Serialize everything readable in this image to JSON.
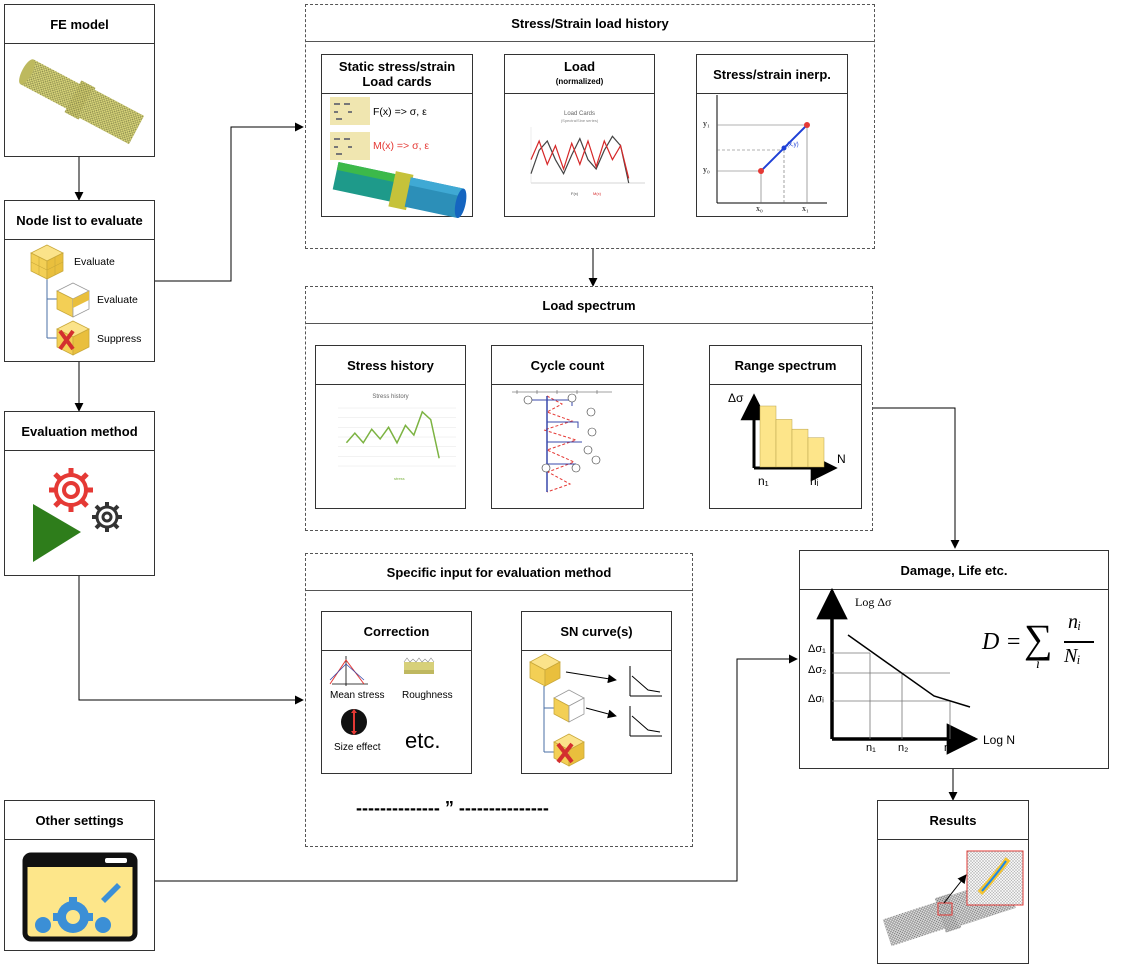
{
  "fe_model": {
    "title": "FE model"
  },
  "node_list": {
    "title": "Node list to evaluate",
    "items": [
      {
        "label": "Evaluate"
      },
      {
        "label": "Evaluate"
      },
      {
        "label": "Suppress"
      }
    ]
  },
  "evaluation_method": {
    "title": "Evaluation method"
  },
  "other_settings": {
    "title": "Other settings"
  },
  "load_history": {
    "title": "Stress/Strain load history",
    "static_cards": {
      "title": "Static stress/strain Load cards",
      "force_eq": "F(x) => σ, ε",
      "moment_eq": "M(x) => σ, ε"
    },
    "load": {
      "title": "Load",
      "subtitle": "(normalized)",
      "chart_title": "Load Cards",
      "chart_subtitle": "(Spectra/Sine series)",
      "legend": [
        "F(x)",
        "M(x)"
      ]
    },
    "interp": {
      "title": "Stress/strain inerp.",
      "y1": "y₁",
      "y0": "y₀",
      "x0": "x₀",
      "x1": "x₁",
      "point": "(x,y)"
    }
  },
  "load_spectrum": {
    "title": "Load spectrum",
    "stress_history": {
      "title": "Stress history",
      "chart_title": "Stress history",
      "legend": "stress"
    },
    "cycle_count": {
      "title": "Cycle count"
    },
    "range_spectrum": {
      "title": "Range spectrum",
      "y_axis": "Δσ",
      "x_axis": "N",
      "n1": "n₁",
      "ni": "nᵢ"
    }
  },
  "specific_input": {
    "title": "Specific input for evaluation method",
    "correction": {
      "title": "Correction",
      "mean_stress": "Mean stress",
      "roughness": "Roughness",
      "size_effect": "Size effect",
      "etc": "etc."
    },
    "sn_curves": {
      "title": "SN curve(s)"
    },
    "ditto": "-------------- ” ---------------"
  },
  "damage": {
    "title": "Damage, Life etc.",
    "y_axis": "Log Δσ",
    "x_axis": "Log N",
    "s1": "Δσ₁",
    "s2": "Δσ₂",
    "si": "Δσᵢ",
    "n1": "n₁",
    "n2": "n₂",
    "ni": "nᵢ",
    "formula_lhs": "D =",
    "formula_sum": "∑",
    "formula_index": "i",
    "formula_num": "nᵢ",
    "formula_den": "Nᵢ"
  },
  "results": {
    "title": "Results"
  },
  "chart_data": [
    {
      "type": "line",
      "title": "Load Cards",
      "subtitle": "(Spectra/Sine series)",
      "x": [
        0,
        1,
        2,
        3,
        4,
        5,
        6,
        7,
        8,
        9,
        10,
        11,
        12
      ],
      "series": [
        {
          "name": "F(x)",
          "values": [
            0.2,
            0.7,
            0.9,
            0.5,
            0.2,
            0.6,
            0.95,
            0.5,
            0.3,
            0.7,
            1.0,
            0.8,
            0.0
          ]
        },
        {
          "name": "M(x)",
          "values": [
            0.5,
            0.9,
            0.4,
            0.8,
            0.3,
            0.85,
            0.4,
            0.9,
            0.35,
            0.9,
            0.5,
            0.8,
            0.1
          ]
        }
      ],
      "xlim": [
        0,
        14
      ],
      "ylim": [
        0,
        1.2
      ],
      "color_fx": "#444444",
      "color_mx": "#d62728"
    },
    {
      "type": "line",
      "title": "Stress history",
      "x": [
        1,
        2,
        3,
        4,
        5,
        6,
        7,
        8,
        9,
        10,
        11,
        12
      ],
      "series": [
        {
          "name": "stress",
          "values": [
            120,
            170,
            120,
            190,
            140,
            200,
            120,
            210,
            160,
            280,
            240,
            40
          ]
        }
      ],
      "xlim": [
        0,
        14
      ],
      "ylim": [
        0,
        300
      ],
      "color": "#7cb342"
    },
    {
      "type": "bar",
      "title": "Range spectrum",
      "xlabel": "N",
      "ylabel": "Δσ",
      "values": [
        100,
        78,
        62,
        48
      ],
      "color": "#fde58a"
    }
  ]
}
